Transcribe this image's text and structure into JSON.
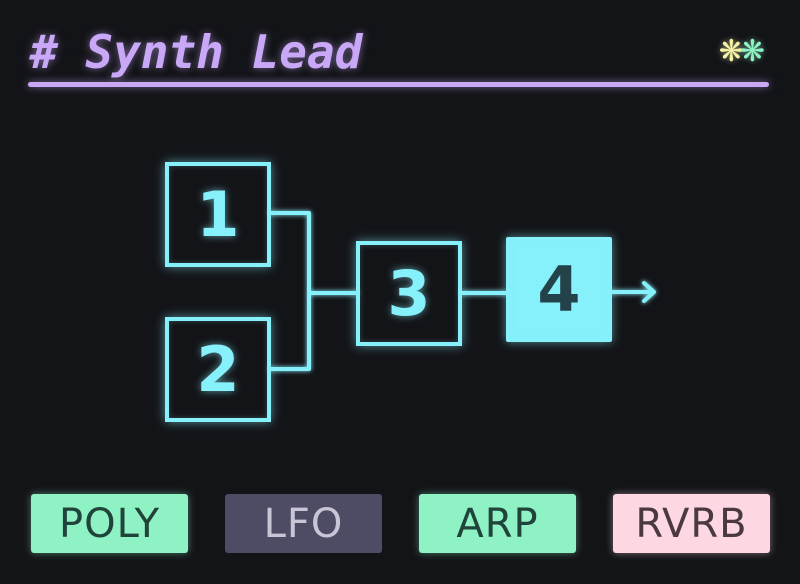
{
  "header": {
    "title": "# Synth Lead",
    "star_glyph_1": "❋",
    "star_glyph_2": "❋"
  },
  "algorithm": {
    "operators": [
      {
        "label": "1",
        "filled": false
      },
      {
        "label": "2",
        "filled": false
      },
      {
        "label": "3",
        "filled": false
      },
      {
        "label": "4",
        "filled": true
      }
    ],
    "output_icon": "arrow-right-icon"
  },
  "modes": [
    {
      "label": "POLY",
      "state": "on"
    },
    {
      "label": "LFO",
      "state": "off"
    },
    {
      "label": "ARP",
      "state": "on"
    },
    {
      "label": "RVRB",
      "state": "on"
    }
  ],
  "colors": {
    "background": "#131418",
    "title": "#c9a8f7",
    "operator": "#86f0fb",
    "mode_on": "#8ef2c4",
    "mode_off": "#4e4c64",
    "mode_reverb": "#fdd7e2",
    "star_yellow": "#f7f3a6",
    "star_green": "#8ef2c4"
  }
}
